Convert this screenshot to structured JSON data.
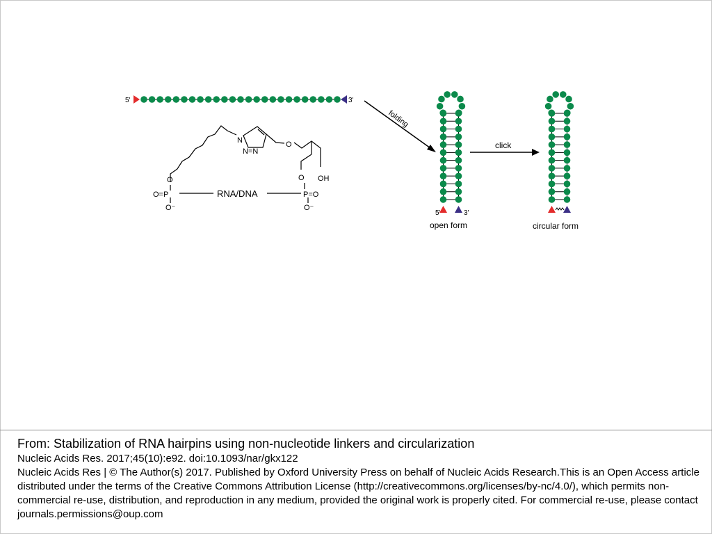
{
  "colors": {
    "nucleotide": "#0b8a4b",
    "five_prime_marker": "#e32b2b",
    "three_prime_marker": "#3b2f86",
    "arrow": "#000000"
  },
  "figure": {
    "linear_strand": {
      "five_label": "5'",
      "three_label": "3'",
      "bead_count": 25
    },
    "linker": {
      "labels": [
        "N",
        "N=N",
        "O",
        "O",
        "O",
        "OH",
        "O=P",
        "O⁻",
        "P=O",
        "O⁻",
        "RNA/DNA"
      ]
    },
    "folding_label": "folding",
    "click_label": "click",
    "open_hairpin": {
      "five_label": "5'",
      "three_label": "3'",
      "caption": "open form",
      "stem_pairs": 12
    },
    "circular_hairpin": {
      "caption": "circular form",
      "stem_pairs": 12
    }
  },
  "caption": {
    "title": "From: Stabilization of RNA hairpins using non-nucleotide linkers and circularization",
    "citation": "Nucleic Acids Res. 2017;45(10):e92. doi:10.1093/nar/gkx122",
    "license": "Nucleic Acids Res | © The Author(s) 2017. Published by Oxford University Press on behalf of Nucleic Acids Research.This is an Open Access article distributed under the terms of the Creative Commons Attribution License (http://creativecommons.org/licenses/by-nc/4.0/), which permits non-commercial re-use, distribution, and reproduction in any medium, provided the original work is properly cited. For commercial re-use, please contact journals.permissions@oup.com"
  }
}
